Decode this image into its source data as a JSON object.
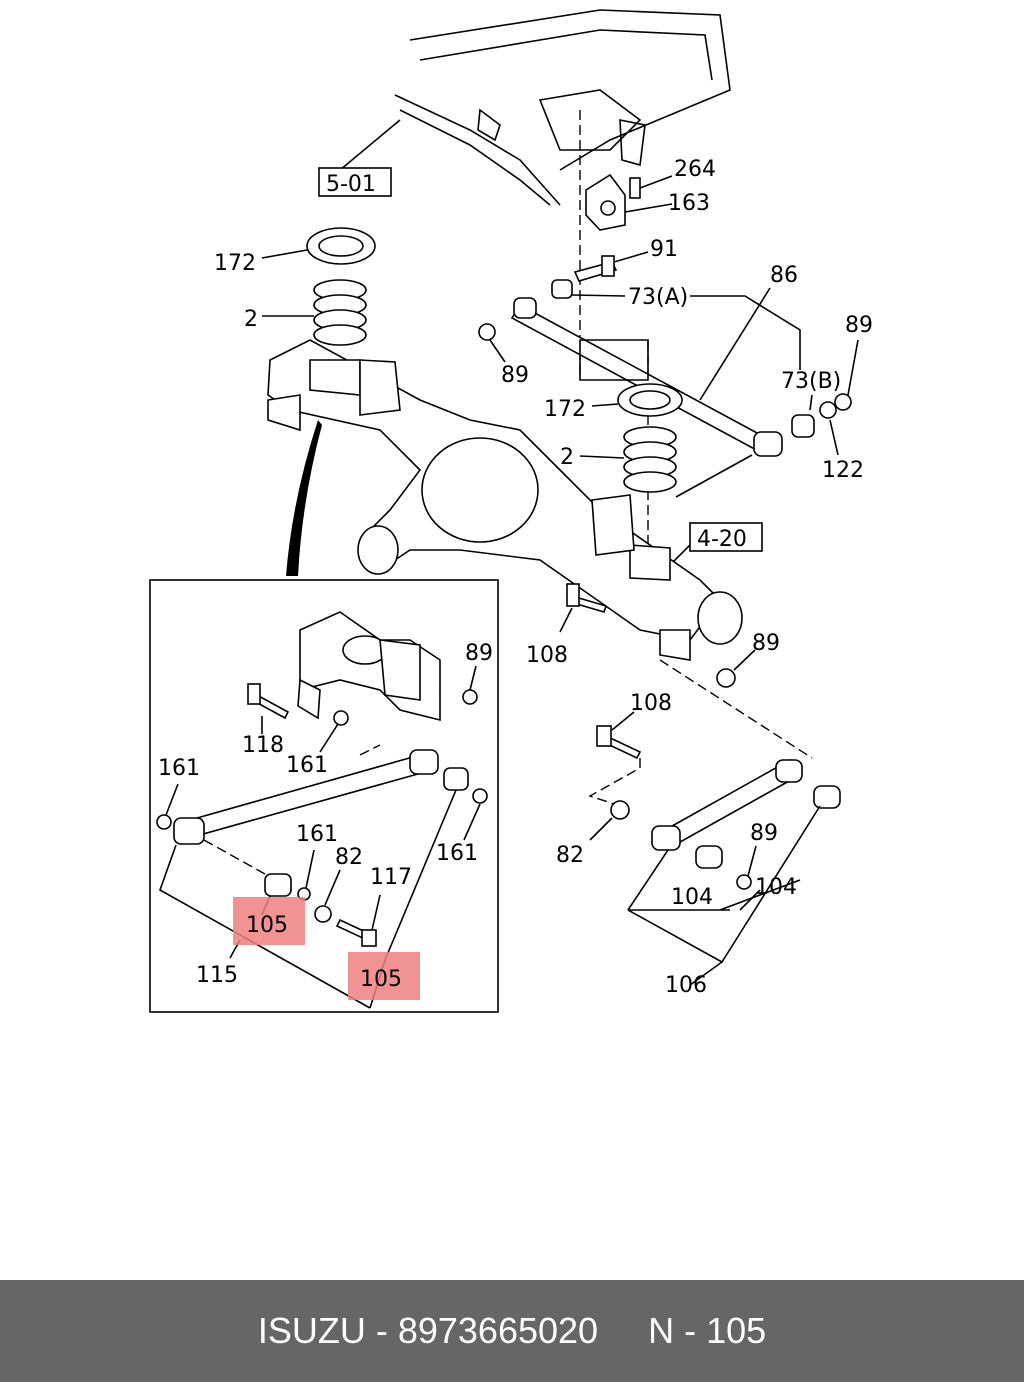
{
  "diagram": {
    "refs": {
      "frame": "5-01",
      "axle": "4-20"
    },
    "callouts": {
      "c264": "264",
      "c163": "163",
      "c91": "91",
      "c86": "86",
      "c73a": "73(A)",
      "c89a": "89",
      "c89b": "89",
      "c73b": "73(B)",
      "c122": "122",
      "c172a": "172",
      "c2a": "2",
      "c172b": "172",
      "c2b": "2",
      "c108a": "108",
      "c89c": "89",
      "c108b": "108",
      "c82b": "82",
      "c89d": "89",
      "c104a": "104",
      "c104b": "104",
      "c106": "106"
    },
    "inset": {
      "c89": "89",
      "c118": "118",
      "c161a": "161",
      "c161b": "161",
      "c161c": "161",
      "c161d": "161",
      "c82": "82",
      "c117": "117",
      "c115": "115",
      "c105a": "105",
      "c105b": "105"
    },
    "highlight_color": "#f08080"
  },
  "footer": {
    "brand": "ISUZU",
    "separator": " - ",
    "part_number": "8973665020",
    "callout_prefix": "N - ",
    "callout_number": "105",
    "background": "#666666",
    "text_color": "#ffffff"
  }
}
